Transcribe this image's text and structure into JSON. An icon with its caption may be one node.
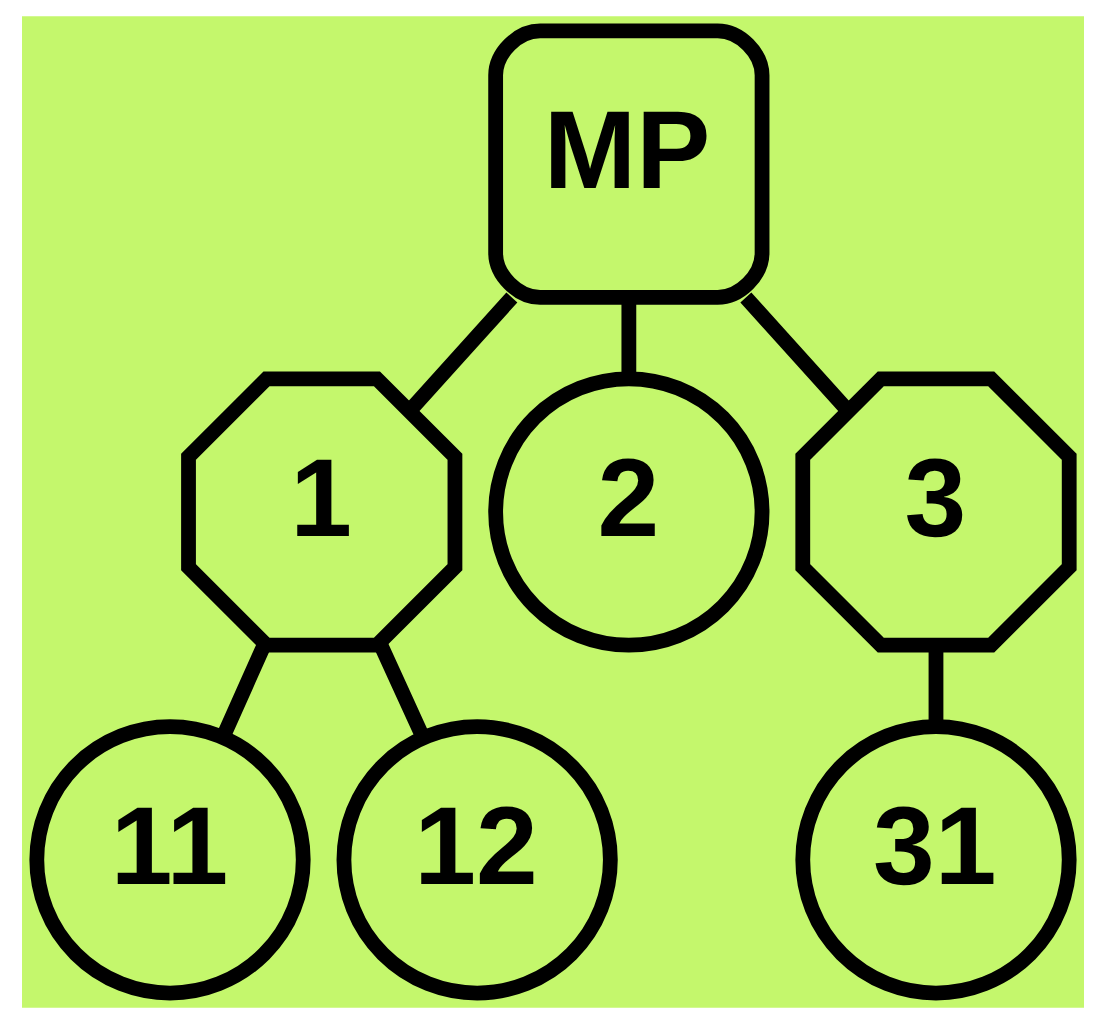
{
  "diagram": {
    "nodes": [
      {
        "text": [
          "MP"
        ]
      },
      {
        "text": [
          "1"
        ]
      },
      {
        "text": [
          "2"
        ]
      },
      {
        "text": [
          "3"
        ]
      },
      {
        "text": [
          "11"
        ]
      },
      {
        "text": [
          "12"
        ]
      },
      {
        "text": [
          "31"
        ]
      }
    ],
    "edges": [
      {
        "from": 0,
        "to": 1,
        "arrow": "none"
      },
      {
        "from": 0,
        "to": 2,
        "arrow": "none"
      },
      {
        "from": 0,
        "to": 3,
        "arrow": "none"
      },
      {
        "from": 1,
        "to": 4,
        "arrow": "none"
      },
      {
        "from": 1,
        "to": 5,
        "arrow": "none"
      },
      {
        "from": 3,
        "to": 6,
        "arrow": "none"
      }
    ]
  }
}
